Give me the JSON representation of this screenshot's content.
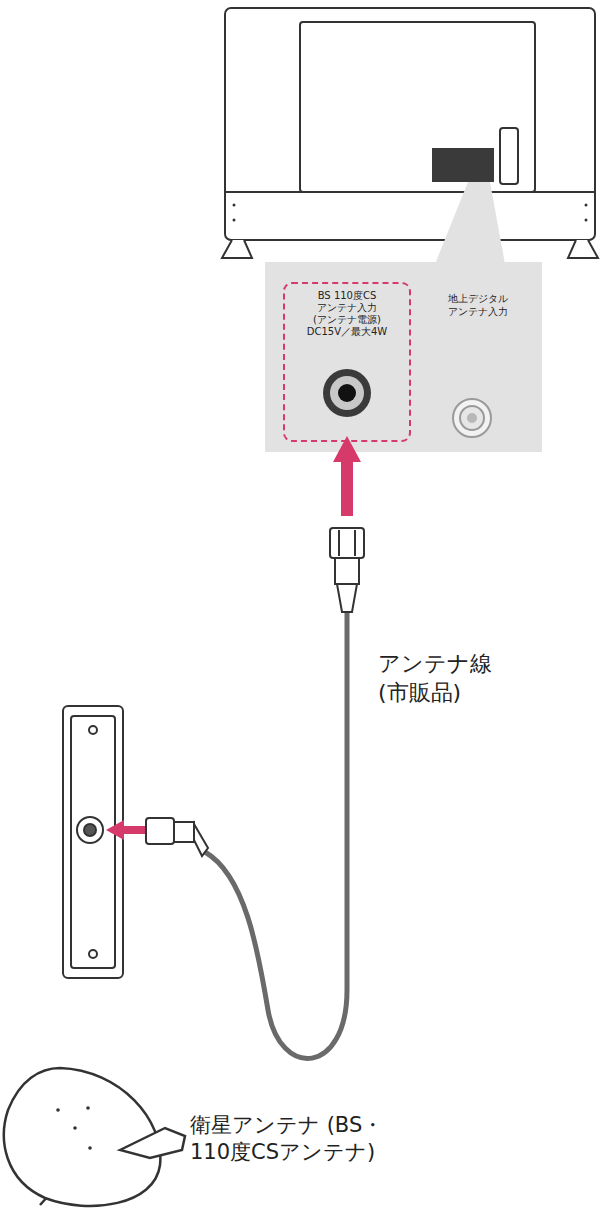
{
  "diagram": {
    "nodes": [
      {
        "text": [
          "BS 110度CS アンテナ入力 (アンテナ電源) DC15V／最大4W"
        ]
      }
    ],
    "labels": [
      "地上デジタル アンテナ入力",
      "アンテナ線 (市販品)",
      "衛星アンテナ (BS・110度CSアンテナ)"
    ]
  }
}
